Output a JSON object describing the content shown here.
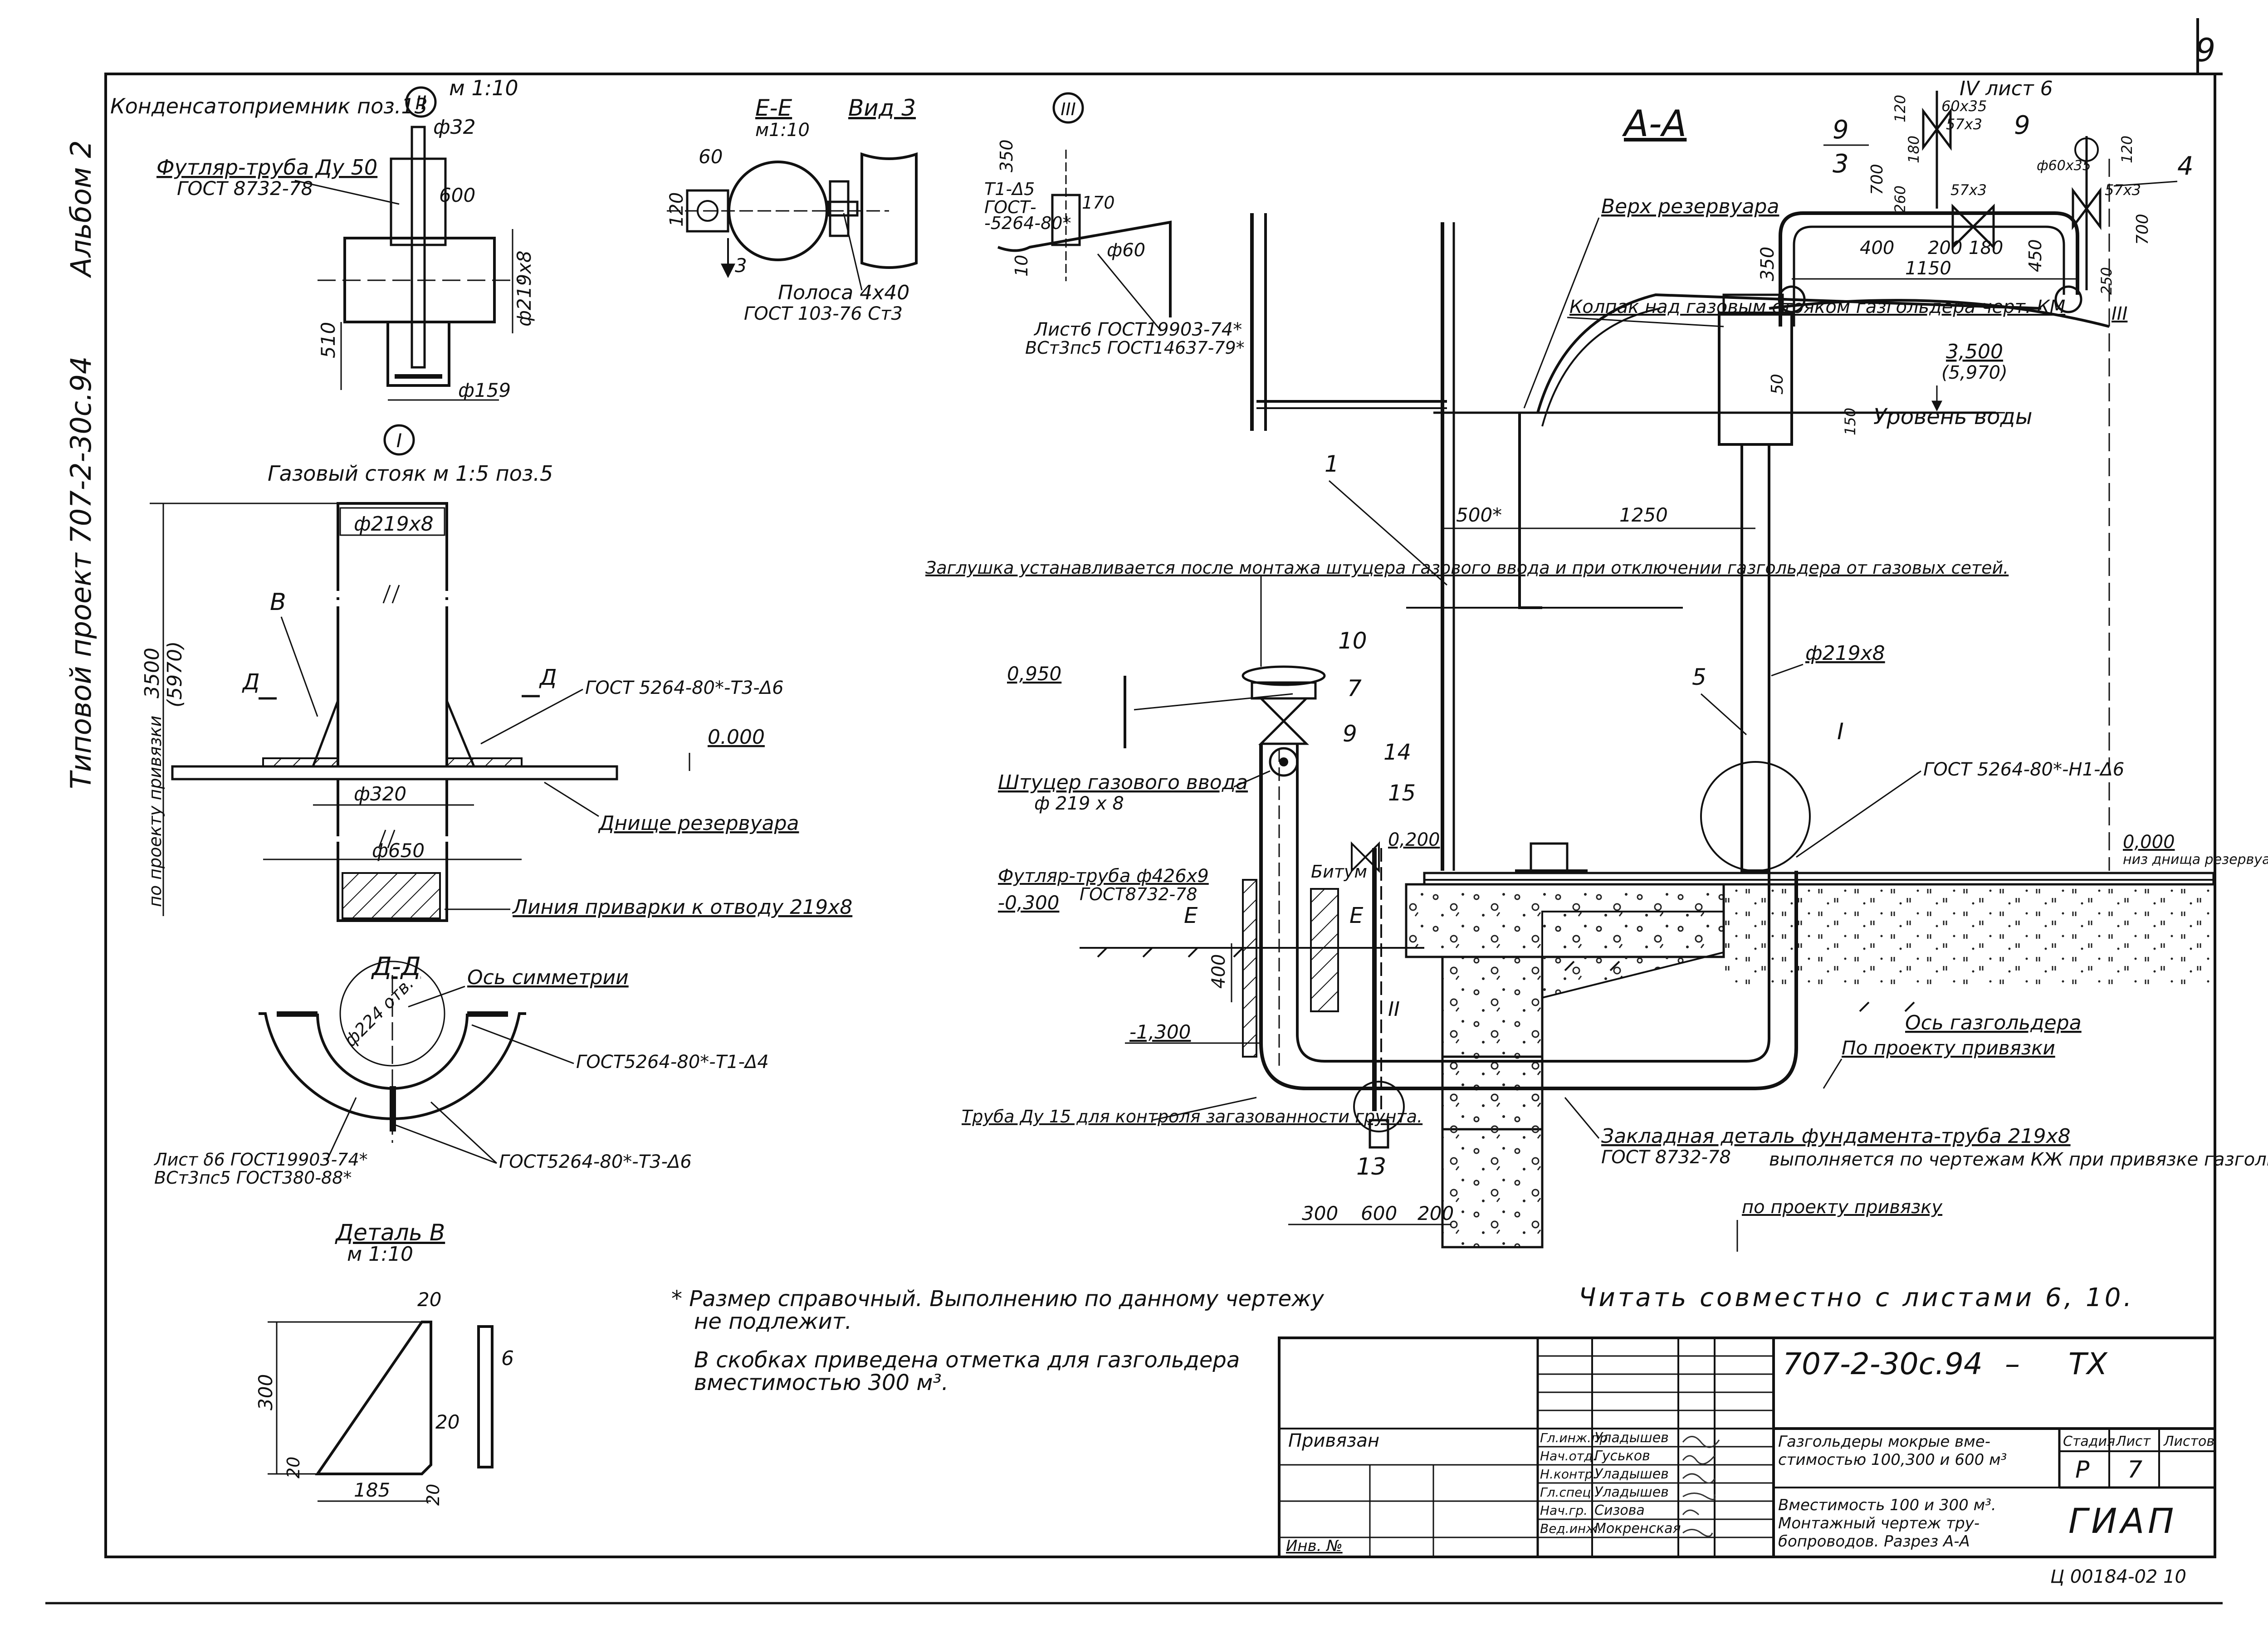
{
  "sheet_number": "9",
  "album_side_label": "Альбом 2",
  "project_side_label": "Типовой проект 707-2-30с.94",
  "details": {
    "condensate": {
      "title": "Конденсатоприемник поз.13",
      "circle": "II",
      "scale": "м 1:10",
      "d32": "ф32",
      "sleeve": "Футляр-труба Ду 50",
      "sleeve_gost": "ГОСТ 8732-78",
      "dim600": "600",
      "d219": "ф219х8",
      "dim510": "510",
      "d159": "ф159"
    },
    "gas_riser": {
      "circle": "I",
      "title": "Газовый стояк м 1:5  поз.5",
      "d219": "ф219х8",
      "label_v": "В",
      "label_d1": "Д",
      "label_d2": "Д",
      "gost": "ГОСТ 5264-80*-Т3-Δ6",
      "dim3500": "3500",
      "dim5970": "(5970)",
      "side_note": "по проекту привязки",
      "zero": "0.000",
      "d320": "ф320",
      "d650": "ф650",
      "bottom": "Днище резервуара",
      "weld_line": "Линия приварки к отводу 219х8"
    },
    "section_dd": {
      "title": "Д-Д",
      "axis": "Ось симметрии",
      "holes": "ф224 отв.",
      "gost1": "ГОСТ5264-80*-Т1-Δ4",
      "gost2": "ГОСТ5264-80*-Т3-Δ6",
      "sheet_note": "Лист δ6 ГОСТ19903-74*",
      "sheet_steel": "ВСт3пс5 ГОСТ380-88*"
    },
    "detail_v": {
      "title": "Деталь В",
      "scale": "м 1:10",
      "d20a": "20",
      "d300": "300",
      "d20b": "20",
      "d20c": "20",
      "d185": "185",
      "d20d": "20",
      "thick": "6"
    },
    "section_ee": {
      "title": "Е-Е",
      "scale": "м1:10",
      "d60": "60",
      "d120": "120",
      "arrow": "3"
    },
    "view3": {
      "title": "Вид 3",
      "strip": "Полоса 4х40",
      "strip_gost": "ГОСТ 103-76 Ст3"
    },
    "node3": {
      "circle": "III",
      "weld": "Т1-Δ5",
      "gost": "ГОСТ-",
      "gost2": "-5264-80*",
      "d350": "350",
      "d170": "170",
      "d10": "10",
      "d60": "ф60",
      "sheet": "Лист6 ГОСТ19903-74*",
      "steel": "ВСт3пс5 ГОСТ14637-79*"
    }
  },
  "section_aa": {
    "title": "А-А",
    "sheet6_ref": "IV  лист 6",
    "tank_top": "Верх резервуара",
    "cap": "Колпак над газовым стояком газгольдера черт. КМ",
    "elev_3500": "3,500",
    "elev_5970": "(5,970)",
    "water": "Уровень воды",
    "dim500": "500*",
    "dim1250": "1250",
    "dim50": "50",
    "dim150": "150",
    "dim350": "350",
    "dim400": "400",
    "dim1150": "1150",
    "dim200": "200",
    "dim180": "180",
    "dim450": "450",
    "dim700": "700",
    "dim700b": "700",
    "dim260": "260",
    "dim180b": "180",
    "dim120": "120",
    "dim250": "250",
    "dim120b": "120",
    "nut_a": "60х35",
    "nut_b": "57х3",
    "nut_c": "ф60х35",
    "nut_d": "57х3",
    "nut_e": "57х3",
    "pos1": "1",
    "pos3": "3",
    "pos4": "4",
    "pos5": "5",
    "pos7": "7",
    "pos9a": "9",
    "pos9b": "9",
    "pos9c": "9",
    "pos10": "10",
    "pos13": "13",
    "pos14": "14",
    "pos15": "15",
    "circ_I": "I",
    "circ_II": "II",
    "circ_III": "III",
    "d219": "ф219х8",
    "plug_note": "Заглушка устанавливается после монтажа штуцера газового ввода и при отключении газгольдера от газовых сетей.",
    "elev_0950": "0,950",
    "fitting": "Штуцер газового ввода",
    "fitting_d": "ф 219 х 8",
    "elev_0200": "0,200",
    "bitumen": "Битум",
    "sleeve": "Футляр-труба ф426х9",
    "sleeve_gost": "ГОСТ8732-78",
    "elev_m0300": "-0,300",
    "mark_e1": "Е",
    "mark_e2": "Е",
    "dim400v": "400",
    "elev_m1300": "-1,300",
    "elev_0000": "0,000",
    "tank_bottom": "низ днища резервуара",
    "gost_weld": "ГОСТ 5264-80*-Н1-Δ6",
    "gas_axis": "Ось газгольдера",
    "per_project": "По проекту привязки",
    "pipe15": "Труба Ду 15 для контроля загазованности грунта.",
    "embedded": "Закладная деталь фундамента-труба 219х8",
    "embedded_gost": "ГОСТ 8732-78",
    "embedded_note": "выполняется по чертежам КЖ при привязке газгольдера",
    "dim300": "300",
    "dim600": "600",
    "dim200b": "200",
    "per_project2": "по проекту привязку"
  },
  "notes": {
    "n1": "* Размер справочный. Выполнению по данному чертежу",
    "n1b": "не подлежит.",
    "n2": "В скобках приведена отметка для газгольдера",
    "n2b": "вместимостью 300 м³.",
    "read_with": "Читать совместно с листами 6, 10."
  },
  "title_block": {
    "code": "707-2-30с.94",
    "dash": "–",
    "tx": "ТХ",
    "bound": "Привязан",
    "inv": "Инв. №",
    "roles": [
      "Гл.инж.пр",
      "Нач.отд.",
      "Н.контр.",
      "Гл.спец.",
      "Нач.гр.",
      "Вед.инж."
    ],
    "names": [
      "Уладышев",
      "Гуськов",
      "Уладышев",
      "Уладышев",
      "Сизова",
      "Мокренская"
    ],
    "title1": "Газгольдеры мокрые вме-",
    "title2": "стимостью 100,300 и 600 м³",
    "title3": "Вместимость 100 и 300 м³.",
    "title4": "Монтажный чертеж тру-",
    "title5": "бопроводов. Разрез А-А",
    "stage_h": "Стадия",
    "sheet_h": "Лист",
    "sheets_h": "Листов",
    "stage": "Р",
    "sheet": "7",
    "org": "ГИАП",
    "archive": "Ц 00184-02  10"
  }
}
